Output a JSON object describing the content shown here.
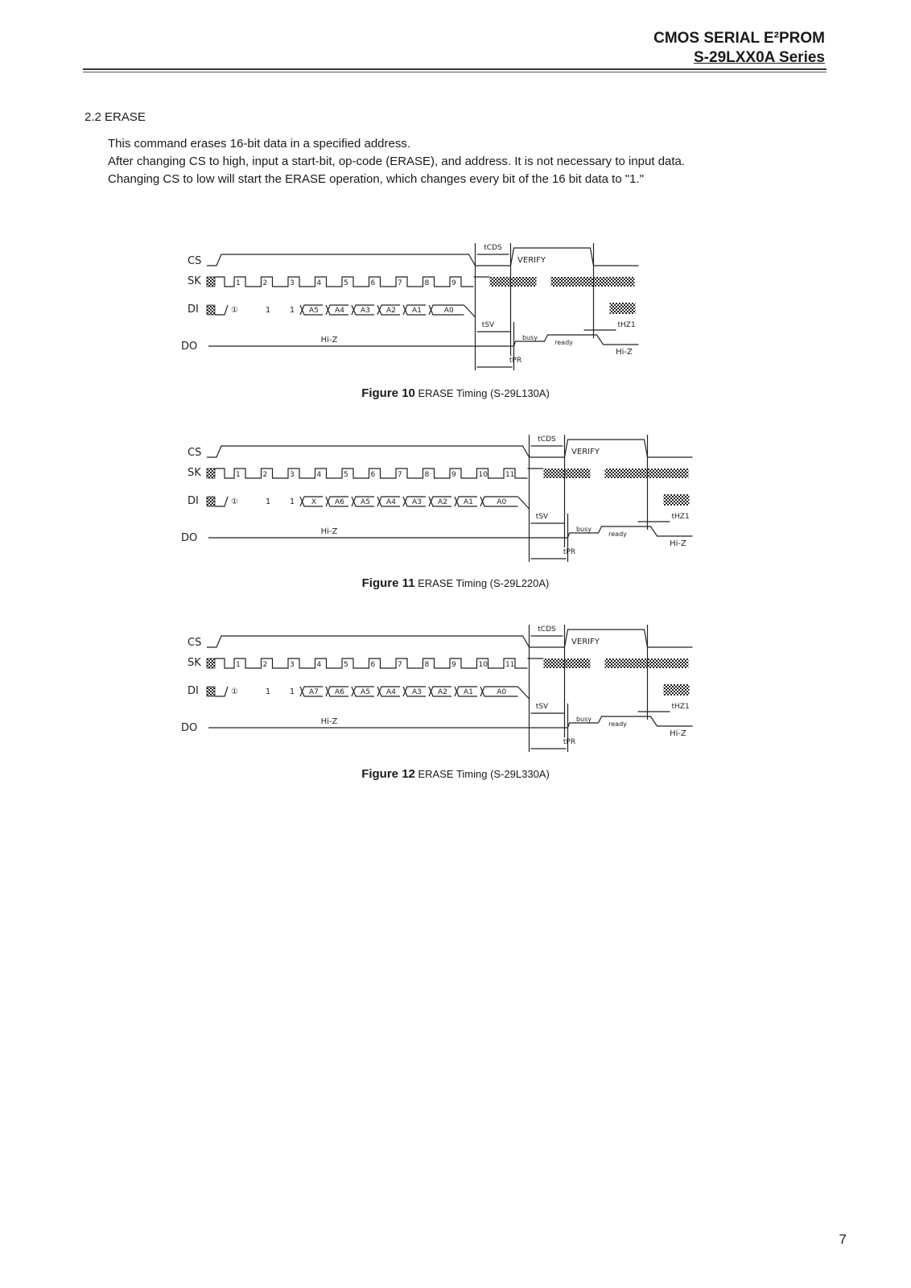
{
  "header": {
    "line1": "CMOS SERIAL E²PROM",
    "line2": "S-29LXX0A Series"
  },
  "section": {
    "number_title": "2.2  ERASE"
  },
  "paragraph": [
    "This command erases 16-bit data in a specified address.",
    "After changing CS to high, input a start-bit, op-code (ERASE), and address.  It is not necessary to input data.",
    "Changing CS to low will start the ERASE operation, which changes every bit of the 16 bit data to \"1.\""
  ],
  "signals": [
    "CS",
    "SK",
    "DI",
    "DO"
  ],
  "labels": {
    "verify": "VERIFY",
    "hiz": "Hi-Z",
    "busy": "busy",
    "ready": "ready",
    "start_bit": "①",
    "one": "1",
    "tcds": "tCDS",
    "tsv": "tSV",
    "tpr": "tPR",
    "thz": "tHZ1"
  },
  "figures": [
    {
      "number": "Figure 10",
      "title": "ERASE Timing (S-29L130A)",
      "clocks": [
        "1",
        "2",
        "3",
        "4",
        "5",
        "6",
        "7",
        "8",
        "9"
      ],
      "address": [
        "A5",
        "A4",
        "A3",
        "A2",
        "A1",
        "A0"
      ]
    },
    {
      "number": "Figure 11",
      "title": "ERASE Timing (S-29L220A)",
      "clocks": [
        "1",
        "2",
        "3",
        "4",
        "5",
        "6",
        "7",
        "8",
        "9",
        "10",
        "11"
      ],
      "address": [
        "X",
        "A6",
        "A5",
        "A4",
        "A3",
        "A2",
        "A1",
        "A0"
      ]
    },
    {
      "number": "Figure 12",
      "title": "ERASE Timing (S-29L330A)",
      "clocks": [
        "1",
        "2",
        "3",
        "4",
        "5",
        "6",
        "7",
        "8",
        "9",
        "10",
        "11"
      ],
      "address": [
        "A7",
        "A6",
        "A5",
        "A4",
        "A3",
        "A2",
        "A1",
        "A0"
      ]
    }
  ],
  "page_number": "7"
}
